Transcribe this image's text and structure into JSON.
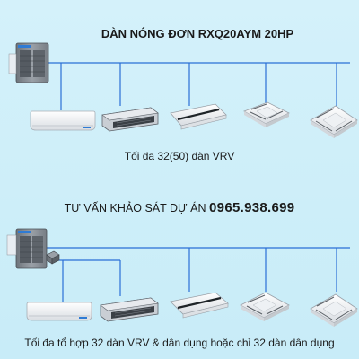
{
  "diagram": {
    "title": "DÀN NÓNG ĐƠN RXQ20AYM 20HP",
    "caption_top": "Tối đa 32(50) dàn VRV",
    "consult_label": "TƯ VẤN KHẢO SÁT DỰ ÁN",
    "consult_phone": "0965.938.699",
    "caption_bottom": "Tối đa tổ hợp 32 dàn VRV & dân dụng hoặc chỉ 32 dàn dân dụng"
  },
  "colors": {
    "background": "#cfeff9",
    "pipe": "#2a6fd6",
    "unit_gray": "#8a8f96",
    "unit_white": "#f4f6f8"
  },
  "icons": {
    "outdoor_unit": "outdoor-unit-icon",
    "wall_unit": "wall-mounted-unit-icon",
    "duct_unit": "ducted-unit-icon",
    "ceiling_unit": "ceiling-suspended-unit-icon",
    "cassette_unit": "cassette-unit-icon",
    "branch_kit": "branch-box-icon"
  }
}
